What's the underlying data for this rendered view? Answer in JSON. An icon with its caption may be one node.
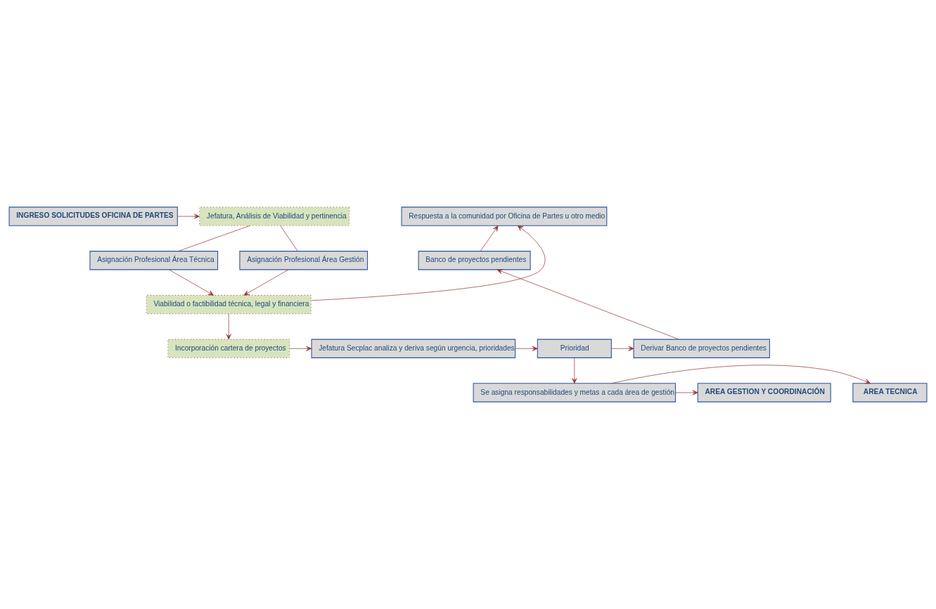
{
  "diagram": {
    "nodes": [
      {
        "text": [
          "INGRESO SOLICITUDES OFICINA DE PARTES"
        ]
      },
      {
        "text": [
          "Jefatura, Análisis de Viabilidad y pertinencia"
        ]
      },
      {
        "text": [
          "Respuesta a la comunidad por Oficina de Partes u otro medio"
        ]
      },
      {
        "text": [
          "Asignación Profesional Área Técnica"
        ]
      },
      {
        "text": [
          "Asignación Profesional Área Gestión"
        ]
      },
      {
        "text": [
          "Banco de proyectos pendientes"
        ]
      },
      {
        "text": [
          "Viabilidad o factibilidad técnica, legal y financiera"
        ]
      },
      {
        "text": [
          "Incorporación cartera de proyectos"
        ]
      },
      {
        "text": [
          "Jefatura Secplac analiza y deriva según urgencia, prioridades"
        ]
      },
      {
        "text": [
          "Prioridad"
        ]
      },
      {
        "text": [
          "Derivar Banco de proyectos pendientes"
        ]
      },
      {
        "text": [
          "AREA TECNICA"
        ]
      },
      {
        "text": [
          "Se asigna responsabilidades y metas a cada área de gestión"
        ]
      },
      {
        "text": [
          "AREA GESTION Y COORDINACIÓN"
        ]
      }
    ],
    "edges": [
      {
        "from": 0,
        "to": 1,
        "arrow": "to"
      },
      {
        "from": 1,
        "to": 3,
        "arrow": "none"
      },
      {
        "from": 1,
        "to": 4,
        "arrow": "none"
      },
      {
        "from": 3,
        "to": 6,
        "arrow": "to"
      },
      {
        "from": 4,
        "to": 6,
        "arrow": "to"
      },
      {
        "from": 6,
        "to": 7,
        "arrow": "to"
      },
      {
        "from": 6,
        "to": 2,
        "arrow": "to"
      },
      {
        "from": 7,
        "to": 8,
        "arrow": "to"
      },
      {
        "from": 8,
        "to": 9,
        "arrow": "to"
      },
      {
        "from": 9,
        "to": 10,
        "arrow": "to"
      },
      {
        "from": 10,
        "to": 5,
        "arrow": "to"
      },
      {
        "from": 5,
        "to": 2,
        "arrow": "to"
      },
      {
        "from": 9,
        "to": 12,
        "arrow": "to"
      },
      {
        "from": 12,
        "to": 11,
        "arrow": "to"
      },
      {
        "from": 12,
        "to": 13,
        "arrow": "to"
      }
    ]
  }
}
